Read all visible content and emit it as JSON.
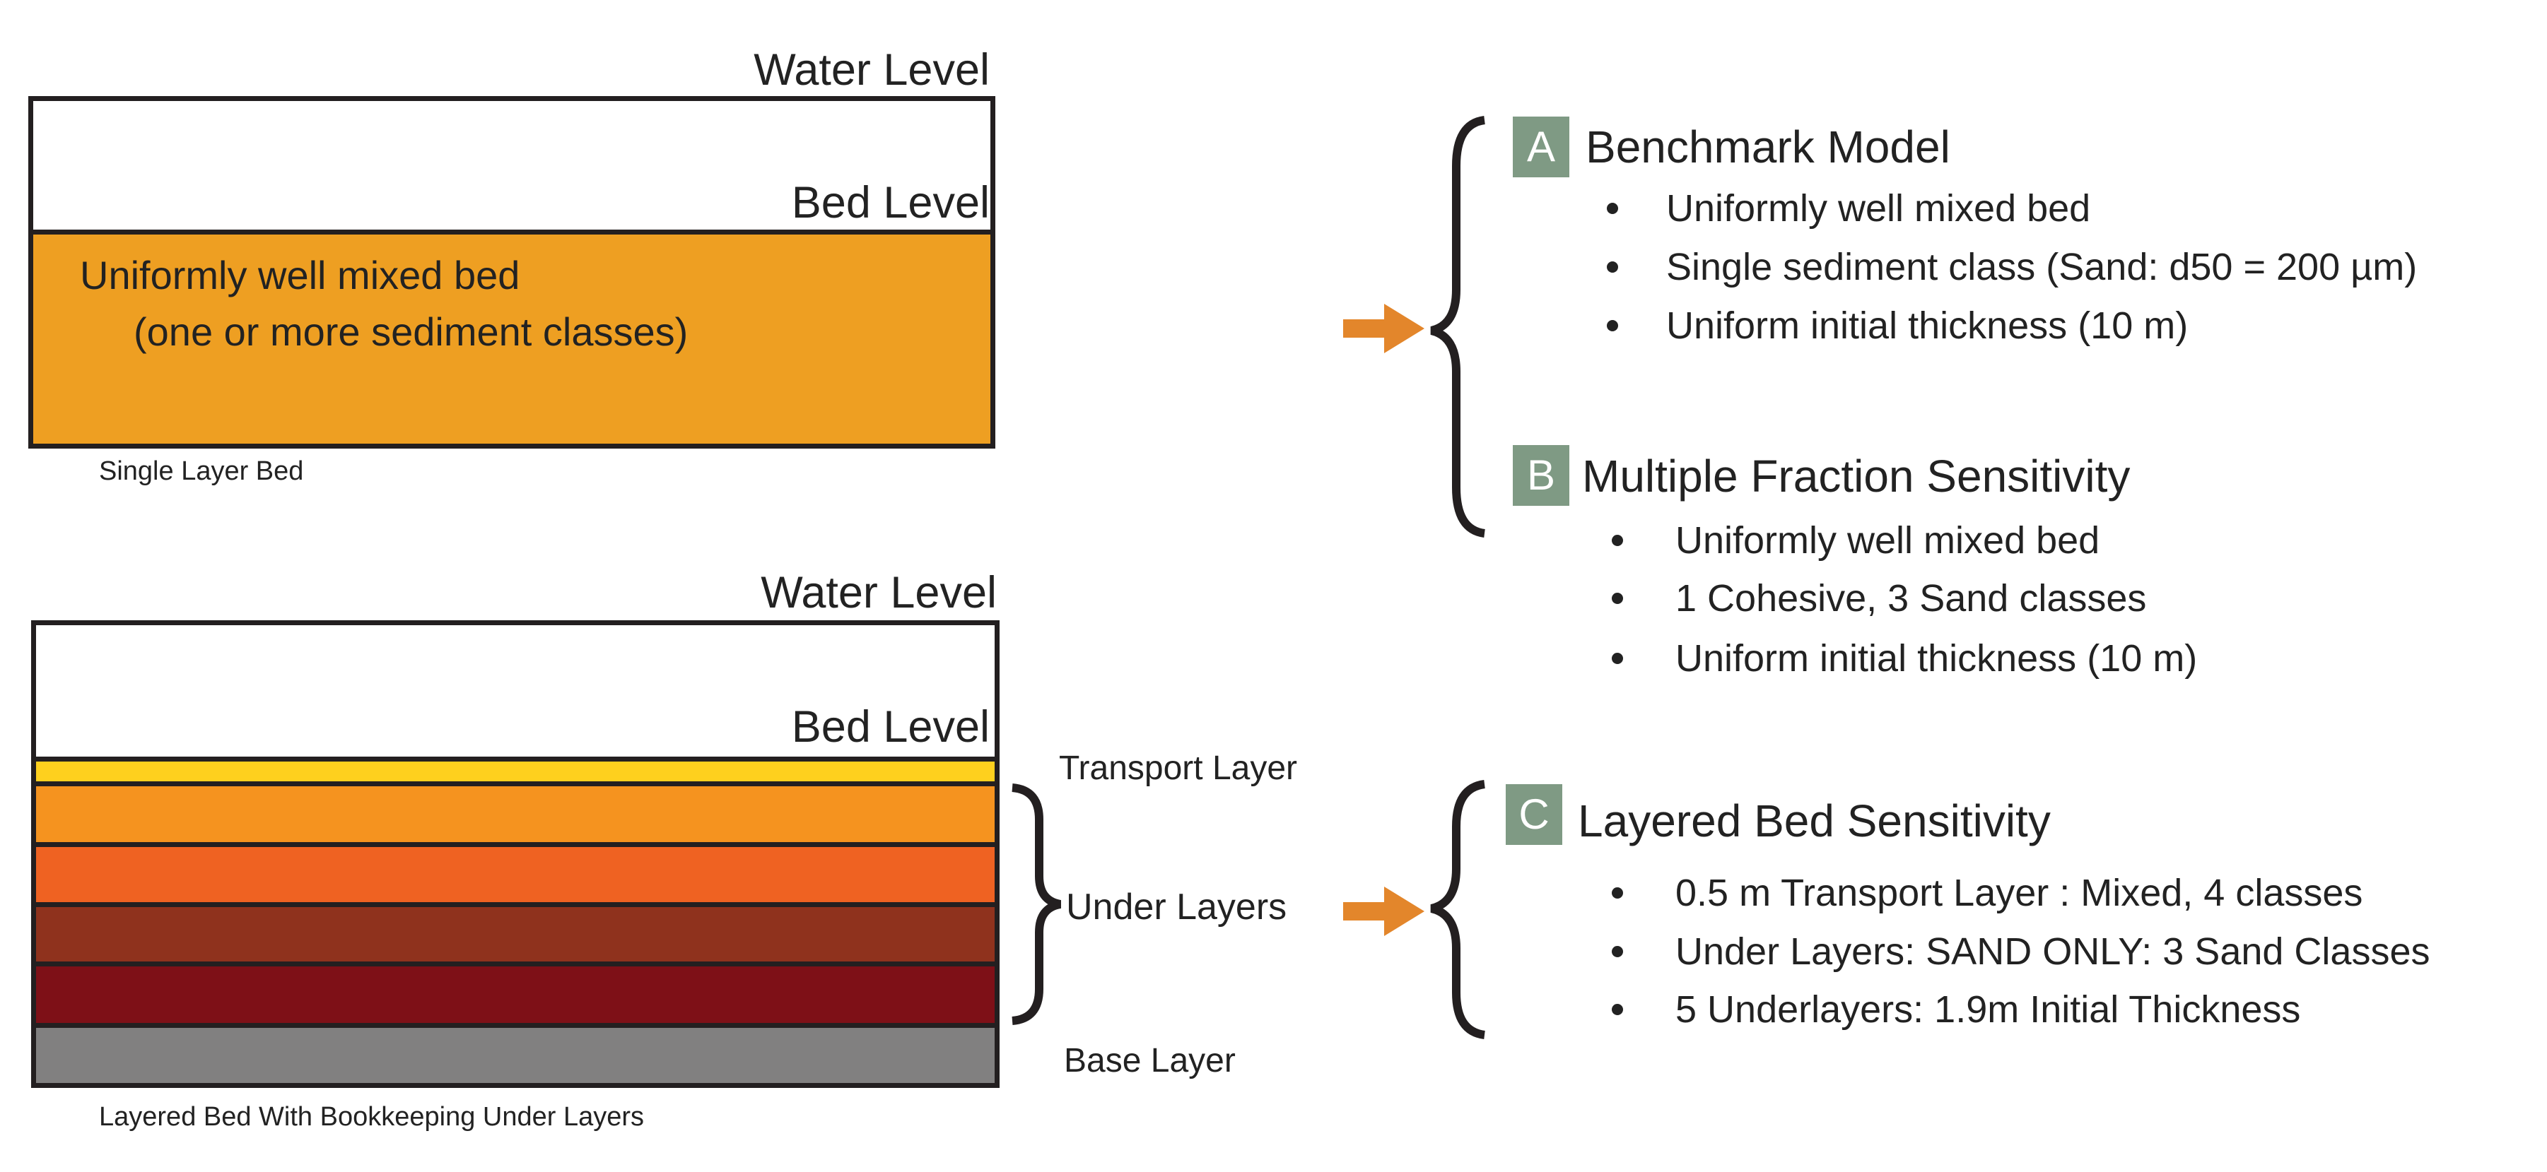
{
  "colors": {
    "outline": "#231f20",
    "single_bed": "#ee9f22",
    "transport": "#fed01e",
    "under1": "#f5931f",
    "under2": "#ef6222",
    "under3": "#8f321d",
    "under4": "#7e1017",
    "base": "#818080",
    "arrow": "#e3862b",
    "badge": "#7f9a84"
  },
  "top_diagram": {
    "water_level": "Water Level",
    "bed_level": "Bed Level",
    "bed_text_line1": "Uniformly well mixed bed",
    "bed_text_line2": "(one or more sediment classes)",
    "caption": "Single Layer Bed"
  },
  "bottom_diagram": {
    "water_level": "Water Level",
    "bed_level": "Bed Level",
    "transport_layer": "Transport Layer",
    "under_layers": "Under Layers",
    "base_layer": "Base Layer",
    "caption": "Layered Bed With Bookkeeping Under Layers"
  },
  "scenarios": {
    "a": {
      "badge": "A",
      "title": "Benchmark Model",
      "bullets": [
        "Uniformly well mixed bed",
        "Single sediment class (Sand: d50 = 200 µm)",
        "Uniform initial thickness (10 m)"
      ]
    },
    "b": {
      "badge": "B",
      "title": "Multiple Fraction Sensitivity",
      "bullets": [
        "Uniformly well mixed bed",
        "1 Cohesive, 3 Sand classes",
        "Uniform initial thickness (10 m)"
      ]
    },
    "c": {
      "badge": "C",
      "title": "Layered Bed Sensitivity",
      "bullets": [
        "0.5 m Transport Layer : Mixed, 4 classes",
        "Under Layers: SAND ONLY:  3 Sand Classes",
        "5 Underlayers: 1.9m Initial Thickness"
      ]
    }
  }
}
